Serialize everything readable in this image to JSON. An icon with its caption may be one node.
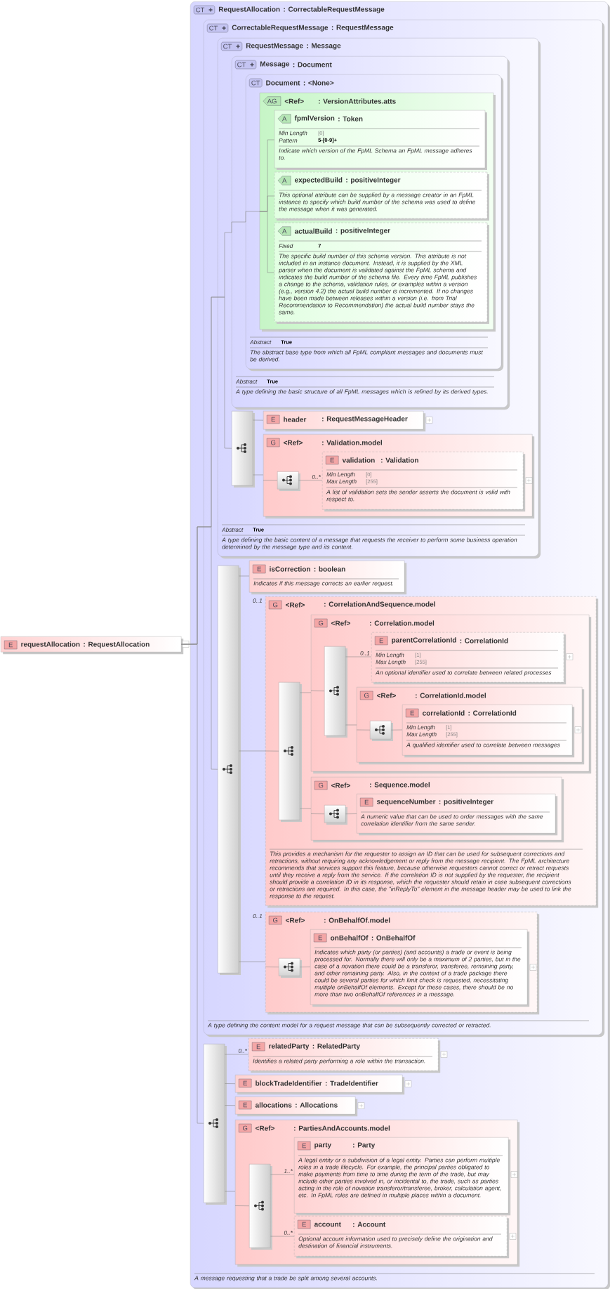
{
  "diagram": {
    "nodes": [
      {
        "text": [
          "E",
          "requestAllocation",
          ": RequestAllocation"
        ]
      },
      {
        "text": [
          "CT",
          "RequestAllocation",
          ": CorrectableRequestMessage",
          "A message requesting that a trade be split among several accounts."
        ]
      },
      {
        "text": [
          "CT",
          "CorrectableRequestMessage",
          ": RequestMessage",
          "A type defining the content model for a request message that can be subsequently corrected or retracted."
        ],
        "in": 1
      },
      {
        "text": [
          "CT",
          "RequestMessage",
          ": Message",
          "Abstract",
          "True",
          "A type defining the basic content of a message that requests the receiver to perform some business operation determined by the message type and its content."
        ],
        "in": 2
      },
      {
        "text": [
          "CT",
          "Message",
          ": Document",
          "Abstract",
          "True",
          "A type defining the basic structure of all FpML messages which is refined by its derived types."
        ],
        "in": 3
      },
      {
        "text": [
          "CT",
          "Document",
          ": <None>",
          "Abstract",
          "True",
          "The abstract base type from which all FpML compliant messages and documents must be derived."
        ],
        "in": 4
      },
      {
        "text": [
          "AG",
          "<Ref>",
          ": VersionAttributes.atts"
        ],
        "in": 5
      },
      {
        "text": [
          "A",
          "fpmlVersion",
          ": Token",
          "Min Length",
          "[0]",
          "Pattern",
          "5-[0-9]+",
          "Indicate which version of the FpML Schema an FpML message adheres to."
        ],
        "in": 6
      },
      {
        "text": [
          "A",
          "expectedBuild",
          ": positiveInteger",
          "This optional attribute can be supplied by a message creator in an FpML instance to specify which build number of the schema was used to define the message when it was generated."
        ],
        "in": 6
      },
      {
        "text": [
          "A",
          "actualBuild",
          ": positiveInteger",
          "Fixed",
          "7",
          "The specific build number of this schema version. This attribute is not included in an instance document. Instead, it is supplied by the XML parser when the document is validated against the FpML schema and indicates the build number of the schema file. Every time FpML publishes a change to the schema, validation rules, or examples within a version (e.g., version 4.2) the actual build number is incremented. If no changes have been made between releases within a version (i.e. from Trial Recommendation to Recommendation) the actual build number stays the same."
        ],
        "in": 6
      },
      {
        "text": [],
        "shape": "bar",
        "in": 3
      },
      {
        "text": [
          "E",
          "header",
          ": RequestMessageHeader"
        ],
        "in": 3
      },
      {
        "text": [
          "G",
          "<Ref>",
          ": Validation.model"
        ],
        "in": 3
      },
      {
        "text": [],
        "shape": "box",
        "in": 12
      },
      {
        "text": [
          "E",
          "validation",
          ": Validation",
          "Min Length",
          "[0]",
          "Max Length",
          "[255]",
          "A list of validation sets the sender asserts the document is valid with respect to."
        ],
        "in": 12
      },
      {
        "text": [],
        "shape": "bar",
        "in": 2
      },
      {
        "text": [
          "E",
          "isCorrection",
          ": boolean",
          "Indicates if this message corrects an earlier request."
        ],
        "in": 2
      },
      {
        "text": [
          "G",
          "<Ref>",
          ": CorrelationAndSequence.model",
          "This provides a mechanism for the requester to assign an ID that can be used for subsequent corrections and retractions, without requiring any acknowledgement or reply from the message recipient. The FpML architecture recommends that services support this feature, because otherwise requesters cannot correct or retract requests until they receive a reply from the service. If the correlation ID is not supplied by the requester, the recipient should provide a correlation ID in its response, which the requester should retain in case subsequent corrections or retractions are required. In this case, the \"inReplyTo\" element in the message header may be used to link the response to the request."
        ],
        "beside": [
          "0..1"
        ],
        "in": 2
      },
      {
        "text": [],
        "shape": "bar",
        "in": 17
      },
      {
        "text": [
          "G",
          "<Ref>",
          ": Correlation.model"
        ],
        "in": 17
      },
      {
        "text": [],
        "shape": "bar",
        "in": 19
      },
      {
        "text": [
          "E",
          "parentCorrelationId",
          ": CorrelationId",
          "Min Length",
          "[1]",
          "Max Length",
          "[255]",
          "An optional identifier used to correlate between related processes"
        ],
        "in": 19
      },
      {
        "text": [
          "G",
          "<Ref>",
          ": CorrelationId.model"
        ],
        "in": 19
      },
      {
        "text": [],
        "shape": "box",
        "in": 22
      },
      {
        "text": [
          "E",
          "correlationId",
          ": CorrelationId",
          "Min Length",
          "[1]",
          "Max Length",
          "[255]",
          "A qualified identifier used to correlate between messages"
        ],
        "in": 22
      },
      {
        "text": [
          "G",
          "<Ref>",
          ": Sequence.model"
        ],
        "in": 17
      },
      {
        "text": [],
        "shape": "box",
        "in": 25
      },
      {
        "text": [
          "E",
          "sequenceNumber",
          ": positiveInteger",
          "A numeric value that can be used to order messages with the same correlation identifier from the same sender."
        ],
        "in": 25
      },
      {
        "text": [
          "G",
          "<Ref>",
          ": OnBehalfOf.model"
        ],
        "beside": [
          "0..1"
        ],
        "in": 2
      },
      {
        "text": [],
        "shape": "box",
        "in": 28
      },
      {
        "text": [
          "E",
          "onBehalfOf",
          ": OnBehalfOf",
          "Indicates which party (or parties) (and accounts) a trade or event is being processed for. Normally there will only be a maximum of 2 parties, but in the case of a novation there could be a transferor, transferee, remaining party, and other remaining party. Also, in the context of a trade package there could be several parties for which limit check is requested, necessitating multiple onBehalfOf elements. Except for these cases, there should be no more than two onBehalfOf references in a message."
        ],
        "in": 28
      },
      {
        "text": [],
        "shape": "bar",
        "in": 1
      },
      {
        "text": [
          "E",
          "relatedParty",
          ": RelatedParty",
          "Identifies a related party performing a role within the transaction."
        ],
        "in": 1
      },
      {
        "text": [
          "E",
          "blockTradeIdentifier",
          ": TradeIdentifier"
        ],
        "in": 1
      },
      {
        "text": [
          "E",
          "allocations",
          ": Allocations"
        ],
        "in": 1
      },
      {
        "text": [
          "G",
          "<Ref>",
          ": PartiesAndAccounts.model"
        ],
        "in": 1
      },
      {
        "text": [],
        "shape": "bar",
        "in": 35
      },
      {
        "text": [
          "E",
          "party",
          ": Party",
          "A legal entity or a subdivision of a legal entity. Parties can perform multiple roles in a trade lifecycle. For example, the principal parties obligated to make payments from time to time during the term of the trade, but may include other parties involved in, or incidental to, the trade, such as parties acting in the role of novation transferor/transferee, broker, calculation agent, etc. In FpML roles are defined in multiple places within a document."
        ],
        "in": 35
      },
      {
        "text": [
          "E",
          "account",
          ": Account",
          "Optional account information used to precisely define the origination and destination of financial instruments."
        ],
        "in": 35
      }
    ],
    "edges": [
      {
        "from": 0,
        "to": 6,
        "arrow": "none"
      },
      {
        "from": 0,
        "to": 10,
        "arrow": "none"
      },
      {
        "from": 0,
        "to": 15,
        "arrow": "none"
      },
      {
        "from": 0,
        "to": 31,
        "arrow": "none"
      },
      {
        "from": 6,
        "to": 7,
        "arrow": "none"
      },
      {
        "from": 6,
        "to": 8,
        "arrow": "none"
      },
      {
        "from": 6,
        "to": 9,
        "arrow": "none"
      },
      {
        "from": 10,
        "to": 11,
        "arrow": "none"
      },
      {
        "from": 10,
        "to": 12,
        "arrow": "none"
      },
      {
        "from": 12,
        "to": 13,
        "arrow": "none"
      },
      {
        "from": 13,
        "to": 14,
        "arrow": "none",
        "label": "0..*"
      },
      {
        "from": 15,
        "to": 16,
        "arrow": "none"
      },
      {
        "from": 15,
        "to": 17,
        "arrow": "none"
      },
      {
        "from": 15,
        "to": 28,
        "arrow": "none"
      },
      {
        "from": 17,
        "to": 18,
        "arrow": "none"
      },
      {
        "from": 18,
        "to": 19,
        "arrow": "none"
      },
      {
        "from": 18,
        "to": 25,
        "arrow": "none"
      },
      {
        "from": 19,
        "to": 20,
        "arrow": "none"
      },
      {
        "from": 20,
        "to": 21,
        "arrow": "none",
        "label": "0..1"
      },
      {
        "from": 20,
        "to": 22,
        "arrow": "none"
      },
      {
        "from": 22,
        "to": 23,
        "arrow": "none"
      },
      {
        "from": 23,
        "to": 24,
        "arrow": "none"
      },
      {
        "from": 25,
        "to": 26,
        "arrow": "none"
      },
      {
        "from": 26,
        "to": 27,
        "arrow": "none"
      },
      {
        "from": 28,
        "to": 29,
        "arrow": "none"
      },
      {
        "from": 29,
        "to": 30,
        "arrow": "none"
      },
      {
        "from": 31,
        "to": 32,
        "arrow": "none",
        "label": "0..*"
      },
      {
        "from": 31,
        "to": 33,
        "arrow": "none"
      },
      {
        "from": 31,
        "to": 34,
        "arrow": "none"
      },
      {
        "from": 31,
        "to": 35,
        "arrow": "none"
      },
      {
        "from": 35,
        "to": 36,
        "arrow": "none"
      },
      {
        "from": 36,
        "to": 37,
        "arrow": "none",
        "label": "1..*"
      },
      {
        "from": 36,
        "to": 38,
        "arrow": "none",
        "label": "0..*"
      }
    ]
  }
}
